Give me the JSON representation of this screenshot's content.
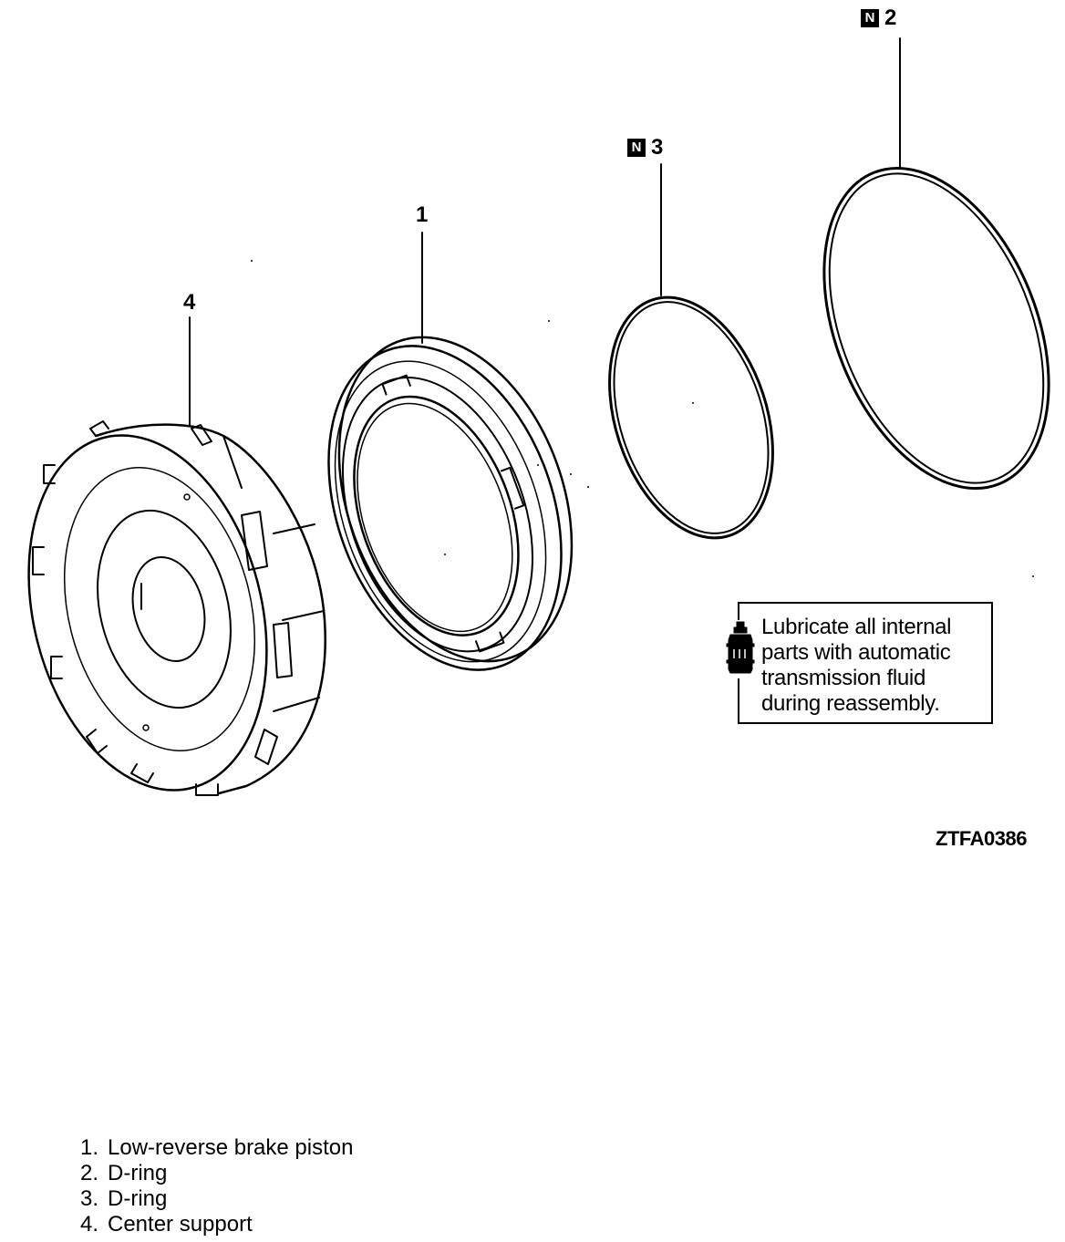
{
  "callouts": {
    "part1": "1",
    "part2": "2",
    "part3": "3",
    "part4": "4",
    "new_badge": "N"
  },
  "note": {
    "line1": "Lubricate all internal",
    "line2": "parts with automatic",
    "line3": "transmission fluid",
    "line4": "during reassembly."
  },
  "figure_code": "ZTFA0386",
  "legend": [
    {
      "num": "1.",
      "text": "Low-reverse brake piston"
    },
    {
      "num": "2.",
      "text": "D-ring"
    },
    {
      "num": "3.",
      "text": "D-ring"
    },
    {
      "num": "4.",
      "text": "Center support"
    }
  ],
  "icons": {
    "fluid_bottle": "atf-bottle-icon",
    "new_part": "n-new-part-icon"
  },
  "colors": {
    "ink": "#000000",
    "background": "#ffffff"
  }
}
